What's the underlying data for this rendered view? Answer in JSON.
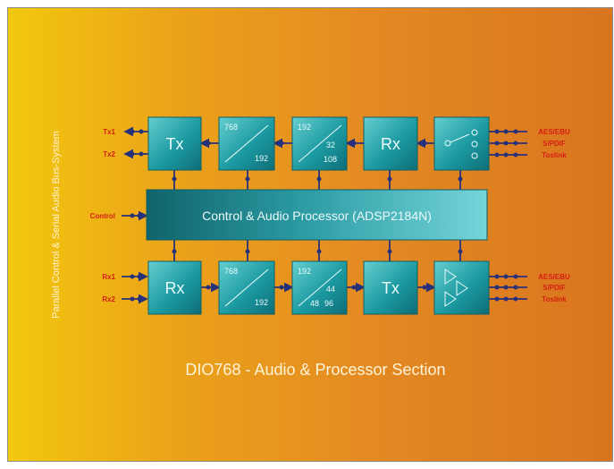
{
  "side_label": "Parallel Control & Serial Audio Bus-System",
  "caption": "DIO768 - Audio & Processor Section",
  "processor_label": "Control & Audio Processor (ADSP2184N)",
  "blocks": {
    "tx_top": "Tx",
    "rx_top": "Rx",
    "rx_bottom": "Rx",
    "tx_bottom": "Tx"
  },
  "converter_labels": {
    "top_1": [
      "768",
      "192"
    ],
    "top_2": [
      "192",
      "32",
      "108"
    ],
    "bottom_1": [
      "768",
      "192"
    ],
    "bottom_2": [
      "192",
      "44",
      "48",
      "96"
    ]
  },
  "left_labels": {
    "tx1": "Tx1",
    "tx2": "Tx2",
    "control": "Control",
    "rx1": "Rx1",
    "rx2": "Rx2"
  },
  "right_labels_top": [
    "AES/EBU",
    "S/PDIF",
    "Toslink"
  ],
  "right_labels_bottom": [
    "AES/EBU",
    "S/PDIF",
    "Toslink"
  ],
  "colors": {
    "block_dark": "#137f87",
    "block_light": "#5ec7c9",
    "connector": "#27317a",
    "signal_label": "#d61f12",
    "caption": "#fff4d8"
  }
}
